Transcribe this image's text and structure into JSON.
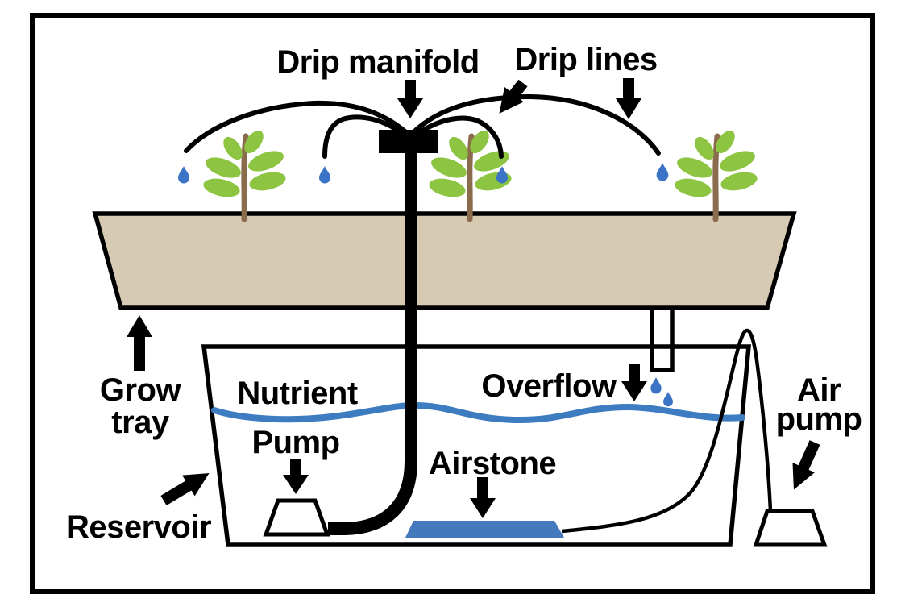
{
  "diagram": {
    "labels": {
      "drip_manifold": "Drip manifold",
      "drip_lines": "Drip lines",
      "grow_tray": {
        "line1": "Grow",
        "line2": "tray"
      },
      "nutrient_pump": {
        "line1": "Nutrient",
        "line2": "Pump"
      },
      "overflow": "Overflow",
      "airstone": "Airstone",
      "reservoir": "Reservoir",
      "air_pump": {
        "line1": "Air",
        "line2": "pump"
      }
    },
    "colors": {
      "ink": "#000000",
      "background": "#ffffff",
      "tray_fill": "#d6cab2",
      "leaf_green": "#8dc442",
      "stem_brown": "#8a6b4c",
      "water_blue": "#3d7cc1",
      "drop_blue": "#3b74c6",
      "airstone_blue": "#4579bd"
    }
  }
}
